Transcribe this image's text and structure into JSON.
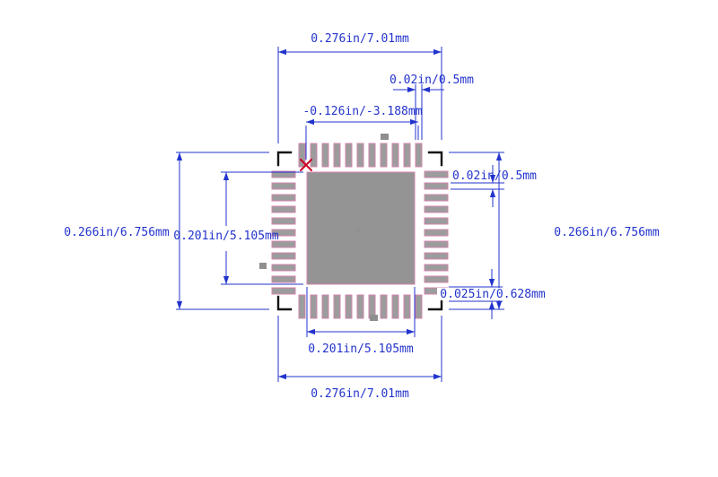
{
  "drawing": {
    "type": "QFN land pattern footprint",
    "pins_per_side": 11,
    "total_pins": 44
  },
  "colors": {
    "background": "#ffffff",
    "dimension": "#2233cc",
    "pad_fill": "#9c9c9c",
    "pad_stroke": "#d184ae",
    "exposed_pad_fill": "#949494",
    "corner_mark": "#141414",
    "pin1_mark": "#cc0022",
    "fiducial": "#8f8f8f"
  },
  "dims": {
    "top_overall": "0.276in/7.01mm",
    "top_pin_width": "0.02in/0.5mm",
    "pin1_offset": "-0.126in/-3.188mm",
    "right_pin_width": "0.02in/0.5mm",
    "left_overall": "0.266in/6.756mm",
    "left_inner": "0.201in/5.105mm",
    "right_overall": "0.266in/6.756mm",
    "right_edge_gap": "0.025in/0.628mm",
    "bottom_inner": "0.201in/5.105mm",
    "bottom_overall": "0.276in/7.01mm"
  }
}
